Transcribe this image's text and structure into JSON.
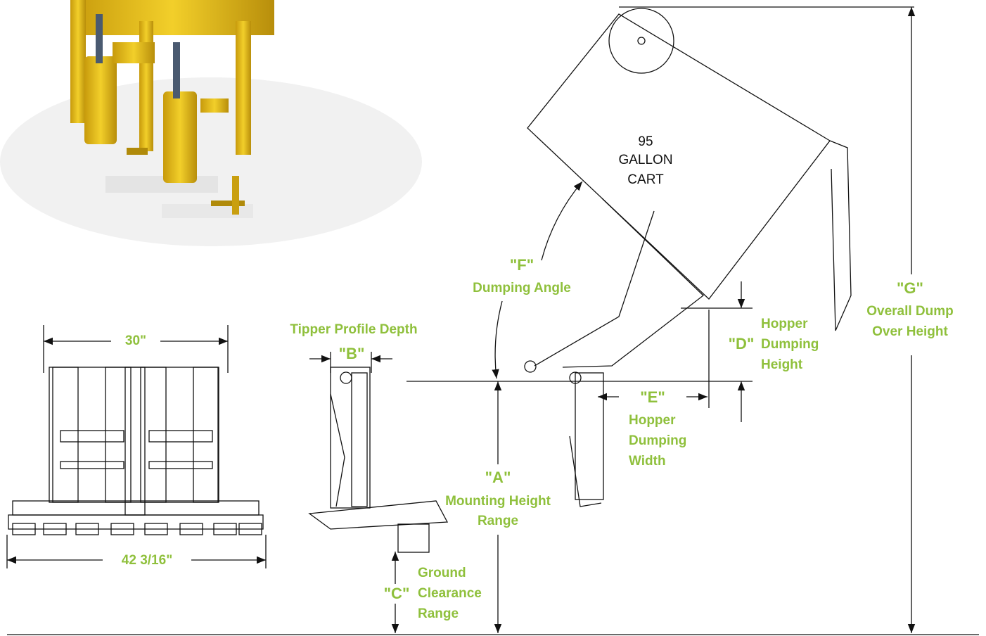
{
  "colors": {
    "label": "#8fc03c",
    "line": "#111111",
    "product": "#e8c21a",
    "product_shadow": "#b59212"
  },
  "product_image": {
    "icon": "yellow-dual-cart-tipper-render"
  },
  "width_dims": {
    "top": "30\"",
    "bottom": "42 3/16\""
  },
  "cart_label": [
    "95",
    "GALLON",
    "CART"
  ],
  "dimensions": {
    "A": {
      "letter": "\"A\"",
      "lines": [
        "Mounting Height",
        "Range"
      ]
    },
    "B": {
      "letter": "\"B\"",
      "title": "Tipper Profile Depth"
    },
    "C": {
      "letter": "\"C\"",
      "lines": [
        "Ground",
        "Clearance",
        "Range"
      ]
    },
    "D": {
      "letter": "\"D\"",
      "lines": [
        "Hopper",
        "Dumping",
        "Height"
      ]
    },
    "E": {
      "letter": "\"E\"",
      "lines": [
        "Hopper",
        "Dumping",
        "Width"
      ]
    },
    "F": {
      "letter": "\"F\"",
      "lines": [
        "Dumping Angle"
      ]
    },
    "G": {
      "letter": "\"G\"",
      "lines": [
        "Overall Dump",
        "Over Height"
      ]
    }
  }
}
